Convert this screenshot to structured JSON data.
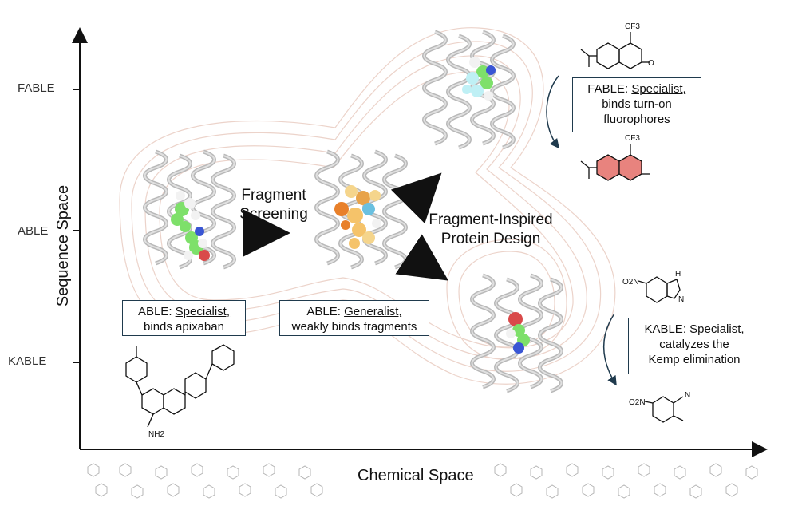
{
  "axes": {
    "y_title": "Sequence Space",
    "x_title": "Chemical Space",
    "y_ticks": [
      "FABLE",
      "ABLE",
      "KABLE"
    ]
  },
  "labels": {
    "fragment_screening": [
      "Fragment",
      "Screening"
    ],
    "fragment_inspired": [
      "Fragment-Inspired",
      "Protein Design"
    ]
  },
  "boxes": {
    "able_specialist": {
      "name": "ABLE",
      "role": "Specialist,",
      "desc": "binds apixaban"
    },
    "able_generalist": {
      "name": "ABLE",
      "role": "Generalist,",
      "desc": "weakly binds fragments"
    },
    "fable_specialist": {
      "name": "FABLE",
      "role": "Specialist,",
      "desc1": "binds turn-on",
      "desc2": "fluorophores"
    },
    "kable_specialist": {
      "name": "KABLE",
      "role": "Specialist,",
      "desc1": "catalyzes the",
      "desc2": "Kemp elimination"
    }
  },
  "chem_labels": {
    "cf3_top": "CF3",
    "cf3_bottom": "CF3",
    "nh2": "NH2",
    "o2n_top": "O2N",
    "o2n_bottom": "O2N",
    "n": "N",
    "h": "H",
    "o": "O",
    "nn": "N"
  },
  "colors": {
    "box_border": "#1f3a4d",
    "contour": "#e8c9bf",
    "helix": "#bdbdbd",
    "ligand_green": "#7ee06a",
    "fluorophore_red": "#e8837e",
    "arrow_black": "#111111"
  }
}
